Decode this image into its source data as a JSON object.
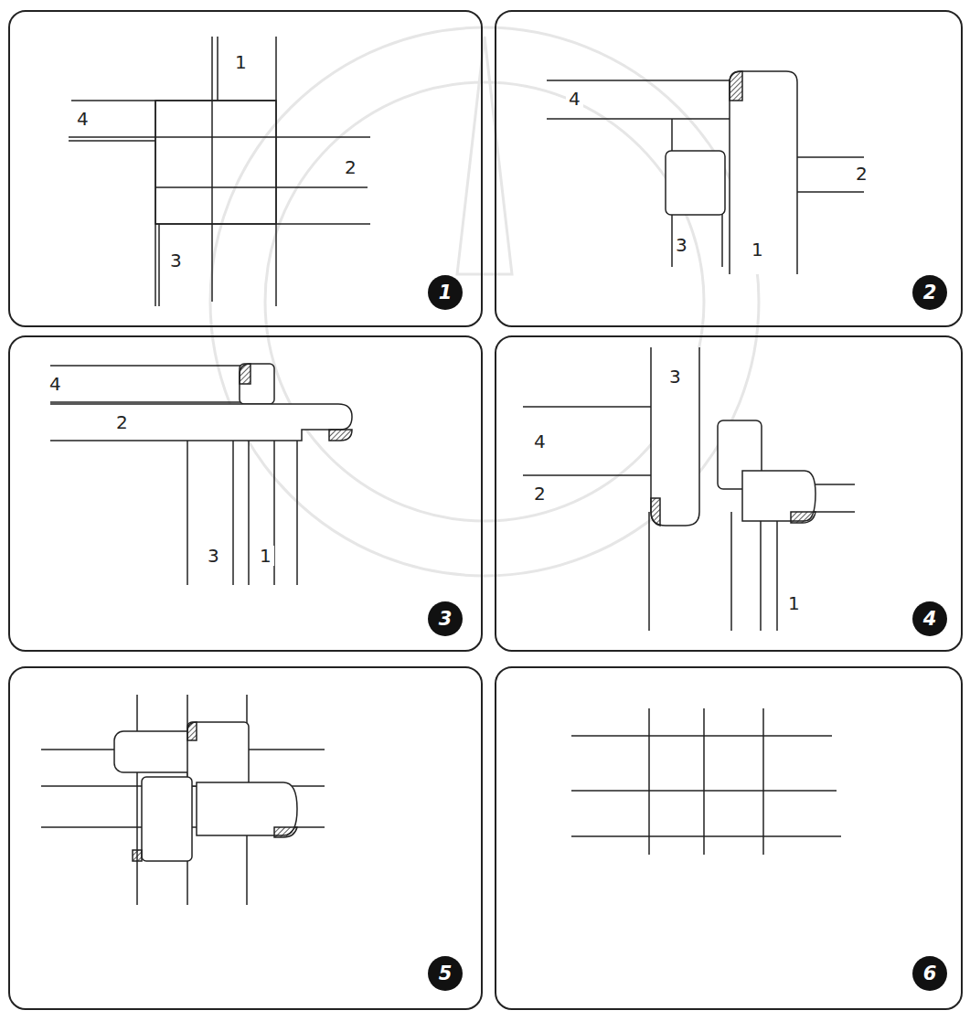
{
  "diagram": {
    "nodes": [
      {
        "text": [
          "1"
        ]
      },
      {
        "text": [
          "2"
        ]
      },
      {
        "text": [
          "3"
        ]
      },
      {
        "text": [
          "4"
        ]
      },
      {
        "text": [
          "5"
        ]
      },
      {
        "text": [
          "6"
        ]
      }
    ],
    "labels": [
      "1",
      "4",
      "2",
      "3",
      "4",
      "2",
      "3",
      "1",
      "4",
      "2",
      "3",
      "1",
      "3",
      "4",
      "2",
      "1"
    ]
  }
}
